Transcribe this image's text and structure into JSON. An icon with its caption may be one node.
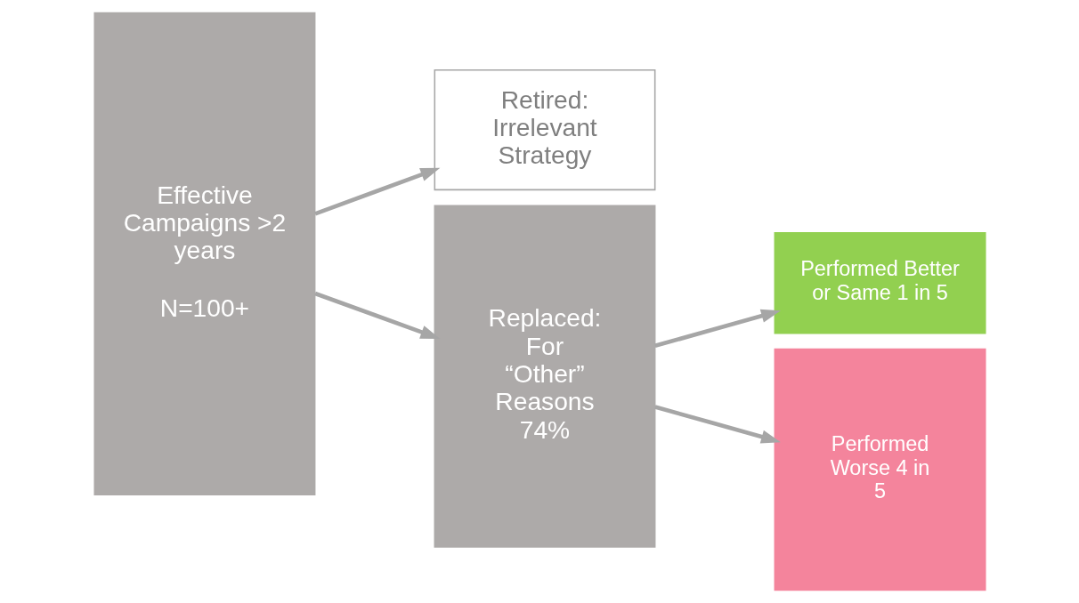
{
  "diagram": {
    "nodes": [
      {
        "text": [
          "Effective Campaigns >2 years",
          "N=100+"
        ]
      },
      {
        "text": [
          "Retired: Irrelevant Strategy"
        ]
      },
      {
        "text": [
          "Replaced: For “Other” Reasons 74%"
        ]
      },
      {
        "text": [
          "Performed Better or Same 1 in 5"
        ]
      },
      {
        "text": [
          "Performed Worse 4 in 5"
        ]
      }
    ],
    "edges": [
      {
        "from": 0,
        "to": 1,
        "arrow": "to"
      },
      {
        "from": 0,
        "to": 2,
        "arrow": "to"
      },
      {
        "from": 2,
        "to": 3,
        "arrow": "to"
      },
      {
        "from": 2,
        "to": 4,
        "arrow": "to"
      }
    ]
  }
}
